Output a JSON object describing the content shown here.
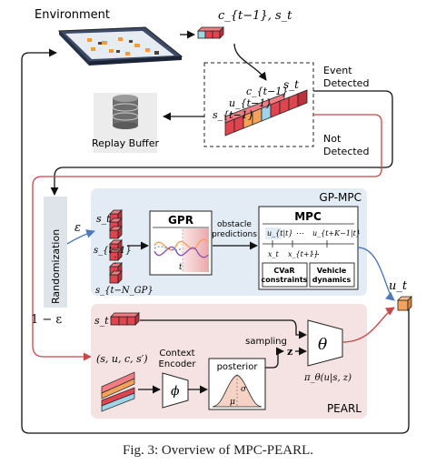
{
  "env": {
    "label": "Environment",
    "obs": "c_{t−1}, s_t"
  },
  "trigger": {
    "event": "Event",
    "detected": "Detected",
    "not": "Not",
    "not_detected": "Detected",
    "c_prev": "c_{t−1}",
    "s_t": "s_t",
    "u_prev": "u_{t−1}",
    "s_prev": "s_{t−1}"
  },
  "replay": {
    "label": "Replay Buffer"
  },
  "randomization": {
    "label": "Randomization",
    "eps": "ε",
    "one_minus_eps": "1 − ε"
  },
  "gpmpc": {
    "title": "GP-MPC",
    "s_t": "s_t",
    "s_prev": "s_{t−1}",
    "s_ngp": "s_{t−N_GP}",
    "gpr": "GPR",
    "t": "t",
    "obstacle": "obstacle",
    "predictions": "predictions",
    "mpc": "MPC",
    "u_t_t": "u_{t|t}",
    "u_tk": "u_{t+K−1|t}",
    "x_t": "x_t",
    "x_t1": "x_{t+1}",
    "cvar1": "CVaR",
    "cvar2": "constraints",
    "veh1": "Vehicle",
    "veh2": "dynamics",
    "dots": "⋯"
  },
  "pearl": {
    "title": "PEARL",
    "s_t": "s_t",
    "tuple": "(s, u, c, s′)",
    "context1": "Context",
    "context2": "Encoder",
    "phi": "ϕ",
    "posterior": "posterior",
    "sigma": "σ",
    "mu": "μ",
    "sampling": "sampling",
    "z": "z",
    "theta": "θ",
    "policy": "π_θ(u|s, z)"
  },
  "output": {
    "u_t": "u_t"
  },
  "caption": "Fig. 3: Overview of MPC-PEARL.",
  "colors": {
    "red": "#e0454f",
    "orange": "#f5a25a",
    "blue_panel": "#e3ebf4",
    "pink_panel": "#f5e2e2",
    "arrow_blue": "#4f79b8",
    "arrow_red": "#c8474a"
  }
}
